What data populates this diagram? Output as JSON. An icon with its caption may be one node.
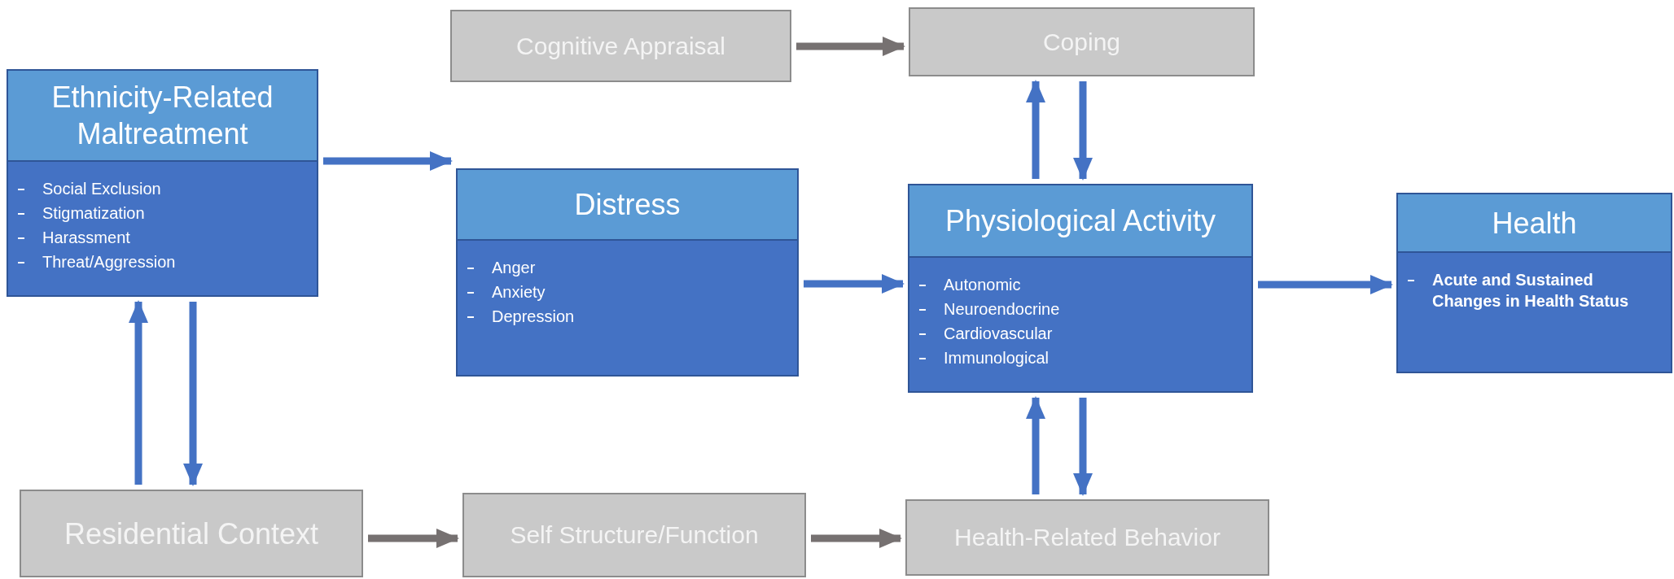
{
  "diagram": {
    "nodes": [
      {
        "text": [
          "Cognitive Appraisal"
        ]
      },
      {
        "text": [
          "Coping"
        ]
      },
      {
        "text": [
          "Ethnicity-Related Maltreatment",
          "Social Exclusion",
          "Stigmatization",
          "Harassment",
          "Threat/Aggression"
        ]
      },
      {
        "text": [
          "Distress",
          "Anger",
          "Anxiety",
          "Depression"
        ]
      },
      {
        "text": [
          "Physiological Activity",
          "Autonomic",
          "Neuroendocrine",
          "Cardiovascular",
          "Immunological"
        ]
      },
      {
        "text": [
          "Health",
          "Acute and Sustained Changes in Health Status"
        ]
      },
      {
        "text": [
          "Residential Context"
        ]
      },
      {
        "text": [
          "Self Structure/Function"
        ]
      },
      {
        "text": [
          "Health-Related Behavior"
        ]
      }
    ],
    "edges": [
      {
        "from": 0,
        "to": 1,
        "arrow": "to",
        "color": "#767171"
      },
      {
        "from": 2,
        "to": 3,
        "arrow": "to"
      },
      {
        "from": 3,
        "to": 4,
        "arrow": "to"
      },
      {
        "from": 4,
        "to": 5,
        "arrow": "to"
      },
      {
        "from": 4,
        "to": 1,
        "arrow": "to"
      },
      {
        "from": 1,
        "to": 4,
        "arrow": "to"
      },
      {
        "from": 8,
        "to": 4,
        "arrow": "to"
      },
      {
        "from": 4,
        "to": 8,
        "arrow": "to"
      },
      {
        "from": 6,
        "to": 2,
        "arrow": "to"
      },
      {
        "from": 2,
        "to": 6,
        "arrow": "to"
      },
      {
        "from": 6,
        "to": 7,
        "arrow": "to",
        "color": "#767171"
      },
      {
        "from": 7,
        "to": 8,
        "arrow": "to",
        "color": "#767171"
      }
    ]
  }
}
